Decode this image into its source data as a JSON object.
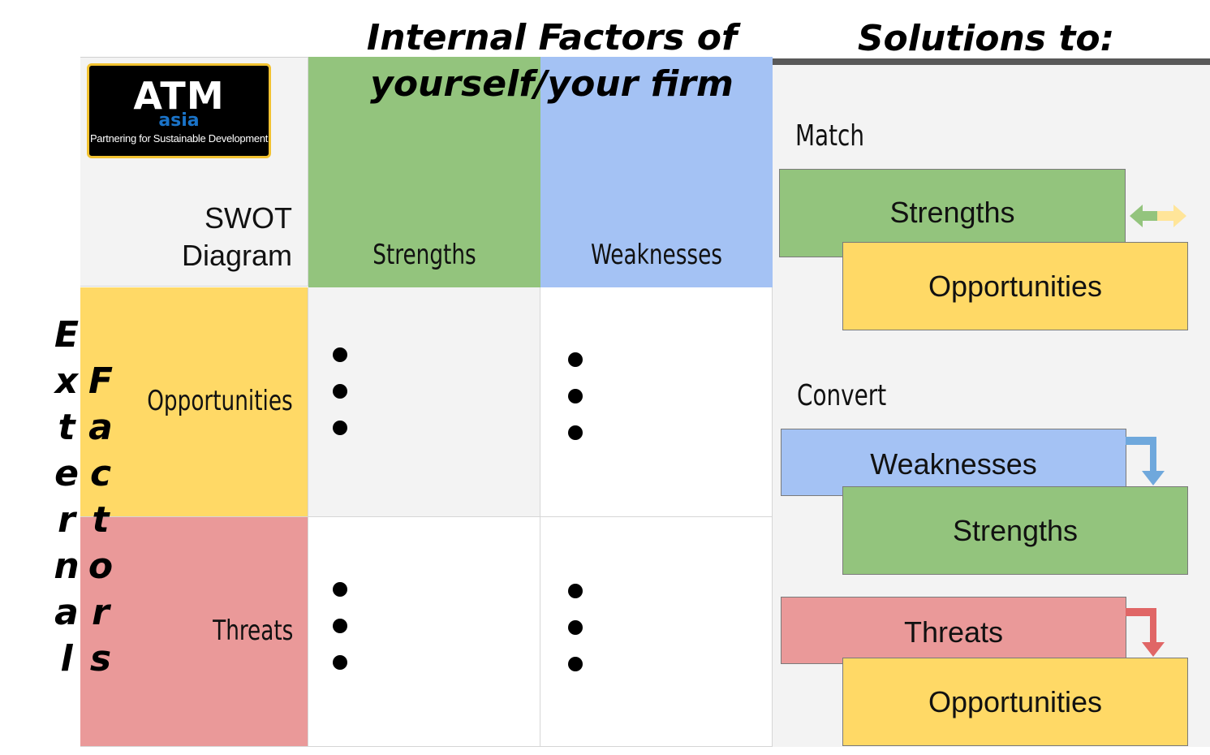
{
  "titles": {
    "internal": "Internal Factors of\nyourself/your firm",
    "solutions": "Solutions to:",
    "external_col1": [
      "E",
      "x",
      "t",
      "e",
      "r",
      "n",
      "a",
      "l"
    ],
    "external_col2": [
      "F",
      "a",
      "c",
      "t",
      "o",
      "r",
      "s"
    ]
  },
  "logo": {
    "brand": "ATM",
    "sub": "asia",
    "tagline": "Partnering for Sustainable Development"
  },
  "grid": {
    "corner_label": "SWOT\nDiagram",
    "columns": [
      "Strengths",
      "Weaknesses"
    ],
    "rows": [
      "Opportunities",
      "Threats"
    ]
  },
  "solutions": {
    "match": {
      "label": "Match",
      "first": "Strengths",
      "second": "Opportunities"
    },
    "convert": {
      "label": "Convert",
      "first": "Weaknesses",
      "second": "Strengths"
    },
    "threats": {
      "first": "Threats",
      "second": "Opportunities"
    }
  },
  "colors": {
    "green": "#93c47d",
    "blue": "#a4c2f4",
    "yellow": "#ffd966",
    "red": "#ea9999",
    "arrow_blue": "#6fa8dc",
    "arrow_red": "#e06666"
  }
}
